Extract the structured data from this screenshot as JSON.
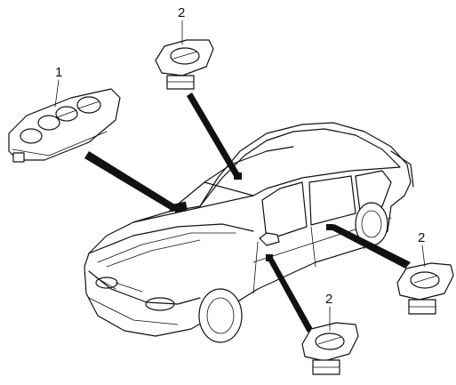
{
  "callouts": [
    {
      "id": "master-switch",
      "number": "1"
    },
    {
      "id": "top-switch",
      "number": "2"
    },
    {
      "id": "right-switch",
      "number": "2"
    },
    {
      "id": "bottom-switch",
      "number": "2"
    }
  ]
}
